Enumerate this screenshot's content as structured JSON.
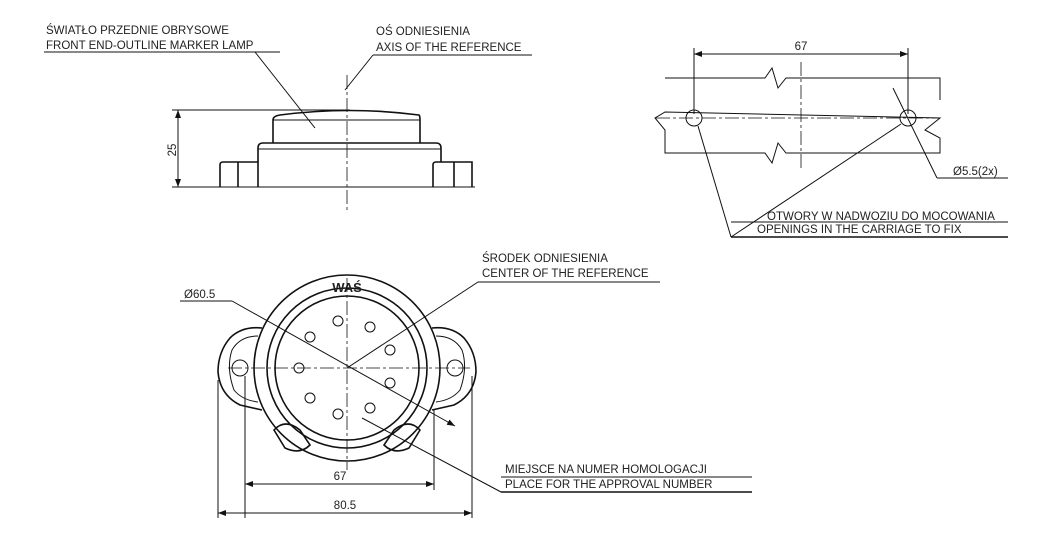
{
  "labels": {
    "lamp_pl": "ŚWIATŁO PRZEDNIE OBRYSOWE",
    "lamp_en": "FRONT END-OUTLINE MARKER LAMP",
    "axis_pl": "OŚ ODNIESIENIA",
    "axis_en": "AXIS OF THE REFERENCE",
    "center_pl": "ŚRODEK ODNIESIENIA",
    "center_en": "CENTER OF THE REFERENCE",
    "openings_pl": "OTWORY W NADWOZIU DO MOCOWANIA",
    "openings_en": "OPENINGS IN THE CARRIAGE TO FIX",
    "approval_pl": "MIEJSCE NA NUMER HOMOLOGACJI",
    "approval_en": "PLACE FOR THE APPROVAL NUMBER",
    "logo": "WAŚ"
  },
  "dimensions": {
    "height": "25",
    "hole_spacing_top": "67",
    "hole_dia": "Ø5.5(2x)",
    "outer_dia": "Ø60.5",
    "hole_spacing_bottom": "67",
    "overall_width": "80.5"
  }
}
